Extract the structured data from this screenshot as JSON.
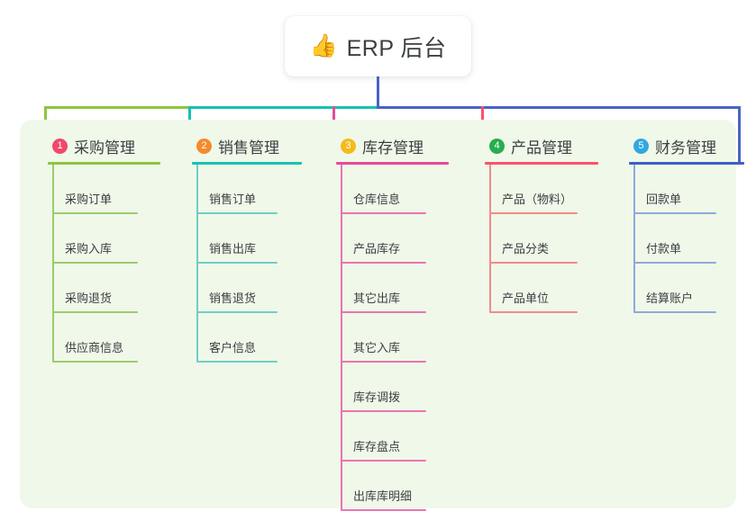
{
  "root": {
    "icon": "thumbs-up-icon",
    "icon_glyph": "👍",
    "title": "ERP 后台"
  },
  "panel": {
    "background_color": "#f0f8e9"
  },
  "connector": {
    "trunk_color": "#4a63c8",
    "bus_segments": [
      {
        "color": "#8dc63f"
      },
      {
        "color": "#16c2b0"
      },
      {
        "color": "#4a63c8"
      }
    ]
  },
  "columns": [
    {
      "number": "1",
      "title": "采购管理",
      "badge_color": "#f0486b",
      "rule_color": "#8dc63f",
      "line_color": "#9bcc6a",
      "drop_color": "#8dc63f",
      "items": [
        {
          "label": "采购订单"
        },
        {
          "label": "采购入库"
        },
        {
          "label": "采购退货"
        },
        {
          "label": "供应商信息"
        }
      ]
    },
    {
      "number": "2",
      "title": "销售管理",
      "badge_color": "#f58a2e",
      "rule_color": "#16c2b0",
      "line_color": "#6ecfc6",
      "drop_color": "#16c2b0",
      "items": [
        {
          "label": "销售订单"
        },
        {
          "label": "销售出库"
        },
        {
          "label": "销售退货"
        },
        {
          "label": "客户信息"
        }
      ]
    },
    {
      "number": "3",
      "title": "库存管理",
      "badge_color": "#f5bb1d",
      "rule_color": "#e8499b",
      "line_color": "#ea74ae",
      "drop_color": "#e8499b",
      "items": [
        {
          "label": "仓库信息"
        },
        {
          "label": "产品库存"
        },
        {
          "label": "其它出库"
        },
        {
          "label": "其它入库"
        },
        {
          "label": "库存调拨"
        },
        {
          "label": "库存盘点"
        },
        {
          "label": "出库库明细"
        }
      ]
    },
    {
      "number": "4",
      "title": "产品管理",
      "badge_color": "#27ae4f",
      "rule_color": "#f9536a",
      "line_color": "#f28b8b",
      "drop_color": "#f9536a",
      "items": [
        {
          "label": "产品（物料）"
        },
        {
          "label": "产品分类"
        },
        {
          "label": "产品单位"
        }
      ]
    },
    {
      "number": "5",
      "title": "财务管理",
      "badge_color": "#31a8e0",
      "rule_color": "#3f5fc4",
      "line_color": "#8fa9dd",
      "drop_color": "#4a63c8",
      "items": [
        {
          "label": "回款单"
        },
        {
          "label": "付款单"
        },
        {
          "label": "结算账户"
        }
      ]
    }
  ]
}
